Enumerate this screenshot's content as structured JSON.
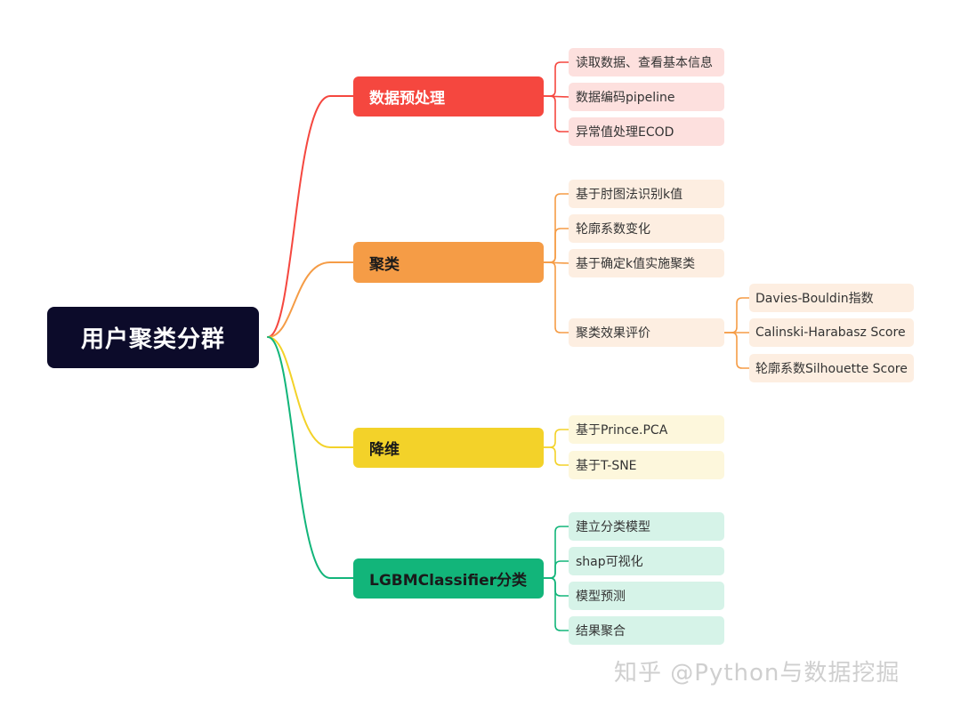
{
  "root": {
    "label": "用户聚类分群",
    "color": "#0c0b2a"
  },
  "branches": [
    {
      "label": "数据预处理",
      "color": "#f5473f",
      "leaf_color": "#fde0de",
      "text": "light",
      "leaves": [
        {
          "label": "读取数据、查看基本信息"
        },
        {
          "label": "数据编码pipeline"
        },
        {
          "label": "异常值处理ECOD"
        }
      ]
    },
    {
      "label": "聚类",
      "color": "#f59c46",
      "leaf_color": "#fdeee1",
      "text": "dark",
      "leaves": [
        {
          "label": "基于肘图法识别k值"
        },
        {
          "label": "轮廓系数变化"
        },
        {
          "label": "基于确定k值实施聚类"
        },
        {
          "label": "聚类效果评价",
          "children": [
            {
              "label": "Davies-Bouldin指数"
            },
            {
              "label": "Calinski-Harabasz Score"
            },
            {
              "label": "轮廓系数Silhouette Score"
            }
          ]
        }
      ]
    },
    {
      "label": "降维",
      "color": "#f3d229",
      "leaf_color": "#fdf7dc",
      "text": "dark",
      "leaves": [
        {
          "label": "基于Prince.PCA"
        },
        {
          "label": "基于T-SNE"
        }
      ]
    },
    {
      "label": "LGBMClassifier分类",
      "color": "#12b57a",
      "leaf_color": "#d6f3e8",
      "text": "dark",
      "leaves": [
        {
          "label": "建立分类模型"
        },
        {
          "label": "shap可视化"
        },
        {
          "label": "模型预测"
        },
        {
          "label": "结果聚合"
        }
      ]
    }
  ],
  "watermark": "知乎 @Python与数据挖掘"
}
